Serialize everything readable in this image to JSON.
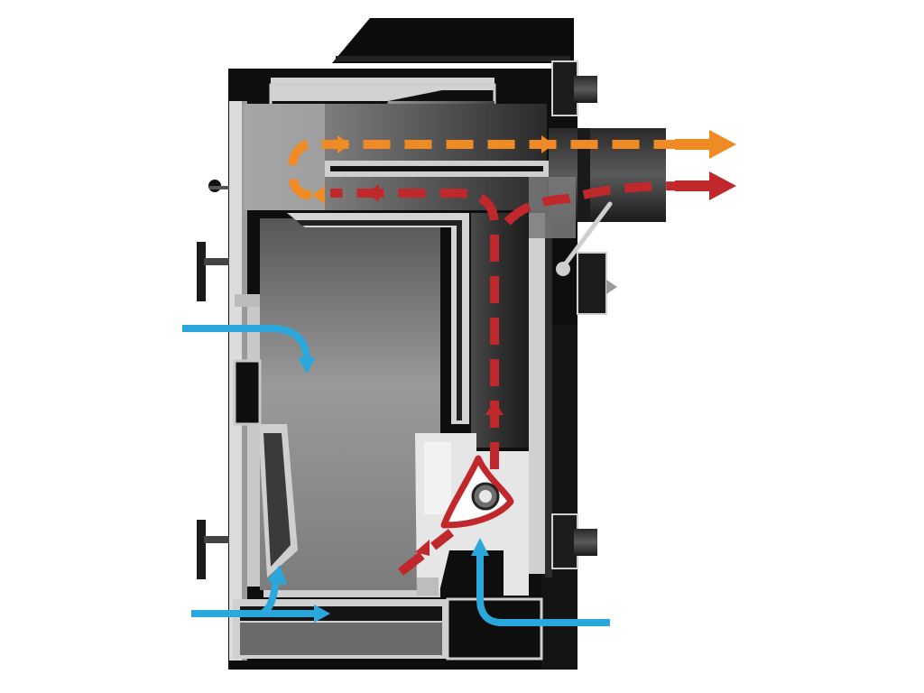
{
  "colors": {
    "background": "#ffffff",
    "boiler_body": "#0e0e0e",
    "inner_wall": "#d9d9d9",
    "chamber_light": "#8a8a8a",
    "chamber_dark": "#3c3c3c",
    "fuel_hopper": "#6e6e6e",
    "insulation": "#e6e6e6",
    "flue_gas_primary": "#f08a24",
    "flue_gas_secondary": "#c0282b",
    "air_inlet": "#2aa8dc"
  },
  "icons": {
    "fan": "fan-icon",
    "door_handle": "door-handle-icon",
    "damper": "flue-damper-icon"
  },
  "flows": [
    {
      "id": "flue-gas-primary",
      "color_key": "flue_gas_primary",
      "style": "dashed"
    },
    {
      "id": "flue-gas-secondary",
      "color_key": "flue_gas_secondary",
      "style": "dashed"
    },
    {
      "id": "air-inlet-upper",
      "color_key": "air_inlet",
      "style": "solid"
    },
    {
      "id": "air-inlet-lower",
      "color_key": "air_inlet",
      "style": "solid"
    },
    {
      "id": "air-inlet-bottom-right",
      "color_key": "air_inlet",
      "style": "solid"
    }
  ]
}
